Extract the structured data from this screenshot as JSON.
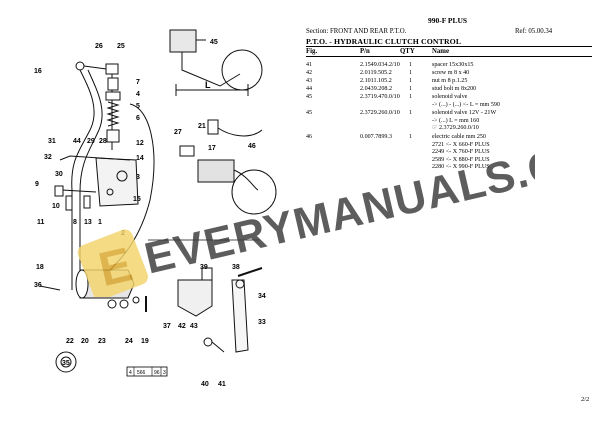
{
  "header": {
    "model": "990-F PLUS",
    "section": "Section: FRONT AND REAR P.T.O.",
    "ref": "Ref: 05.00.34",
    "title": "P.T.O. - HYDRAULIC CLUTCH CONTROL"
  },
  "columns": {
    "fig": "Fig.",
    "pn": "P/n",
    "qty": "QTY",
    "name": "Name"
  },
  "parts": [
    {
      "fig": "41",
      "pn": "2.1549.034.2/10",
      "qty": "1",
      "name": [
        "spacer 15x30x15"
      ]
    },
    {
      "fig": "42",
      "pn": "2.0119.505.2",
      "qty": "1",
      "name": [
        "screw m 8 x 40"
      ]
    },
    {
      "fig": "43",
      "pn": "2.1011.105.2",
      "qty": "1",
      "name": [
        "nut m 8 p.1.25"
      ]
    },
    {
      "fig": "44",
      "pn": "2.0439.208.2",
      "qty": "1",
      "name": [
        "stud bolt m 8x200"
      ]
    },
    {
      "fig": "45",
      "pn": "2.3719.470.0/10",
      "qty": "1",
      "name": [
        "solenoid valve",
        "-> (...) - (...) <- L = mm 590"
      ]
    },
    {
      "fig": "45",
      "pn": "2.3729.260.0/10",
      "qty": "1",
      "name": [
        "solenoid valve 12V - 21W",
        "-> (...) L = mm 160",
        "☞ 2.3729.260.0/10"
      ]
    },
    {
      "fig": "46",
      "pn": "0.007.7899.3",
      "qty": "1",
      "name": [
        "electric cable mm 250",
        "2721 <- X 660-F PLUS",
        "2249 <- X 760-F PLUS",
        "2589 <- X 880-F PLUS",
        "2280 <- X 990-F PLUS"
      ]
    }
  ],
  "diagram": {
    "callouts": [
      "26",
      "25",
      "45",
      "16",
      "7",
      "4",
      "5",
      "6",
      "12",
      "14",
      "3",
      "2",
      "31",
      "32",
      "44",
      "29",
      "28",
      "30",
      "15",
      "27",
      "21",
      "17",
      "46",
      "9",
      "10",
      "8",
      "11",
      "13",
      "1",
      "18",
      "39",
      "38",
      "36",
      "22",
      "20",
      "23",
      "24",
      "19",
      "37",
      "42",
      "43",
      "34",
      "33",
      "35",
      "40",
      "41",
      "L"
    ],
    "ref_box": [
      "4",
      "566",
      "96",
      "3"
    ]
  },
  "watermark": {
    "text": "EVERYMANUALS.COM",
    "logo_letter": "E"
  },
  "page_number": "2/2"
}
